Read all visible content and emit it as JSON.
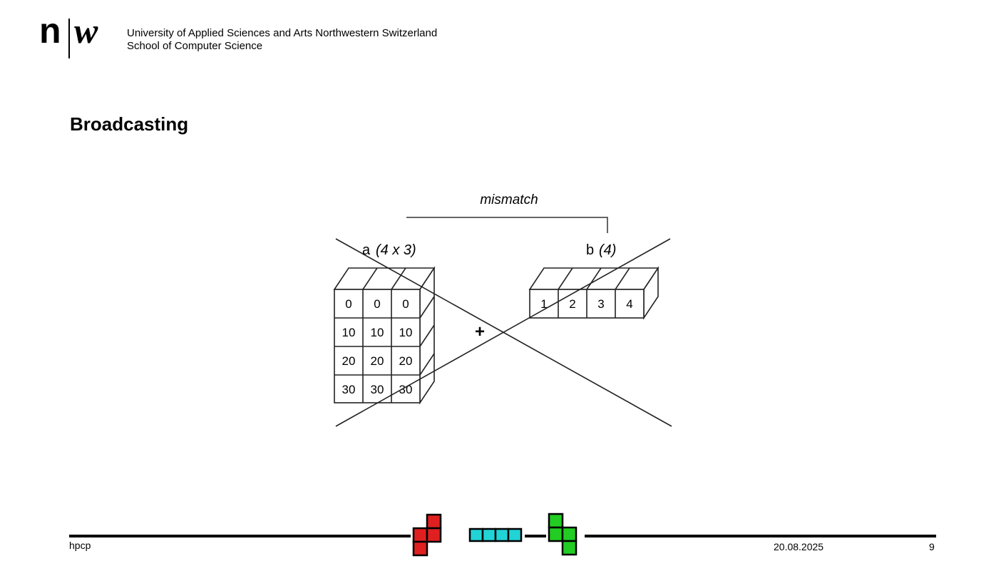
{
  "header": {
    "logo_n": "n",
    "logo_w": "w",
    "institution_line1": "University of Applied Sciences and Arts Northwestern Switzerland",
    "institution_line2": "School of Computer Science"
  },
  "slide": {
    "title": "Broadcasting"
  },
  "diagram": {
    "mismatch_label": "mismatch",
    "a_label": "a",
    "a_shape": "(4 x 3)",
    "b_label": "b",
    "b_shape": "(4)",
    "plus": "+",
    "a_values": [
      [
        "0",
        "0",
        "0"
      ],
      [
        "10",
        "10",
        "10"
      ],
      [
        "20",
        "20",
        "20"
      ],
      [
        "30",
        "30",
        "30"
      ]
    ],
    "b_values": [
      "1",
      "2",
      "3",
      "4"
    ]
  },
  "footer": {
    "left": "hpcp",
    "date": "20.08.2025",
    "page": "9"
  },
  "colors": {
    "red_block": "#e02020",
    "cyan_block": "#22d3d6",
    "green_block": "#22cc22"
  }
}
